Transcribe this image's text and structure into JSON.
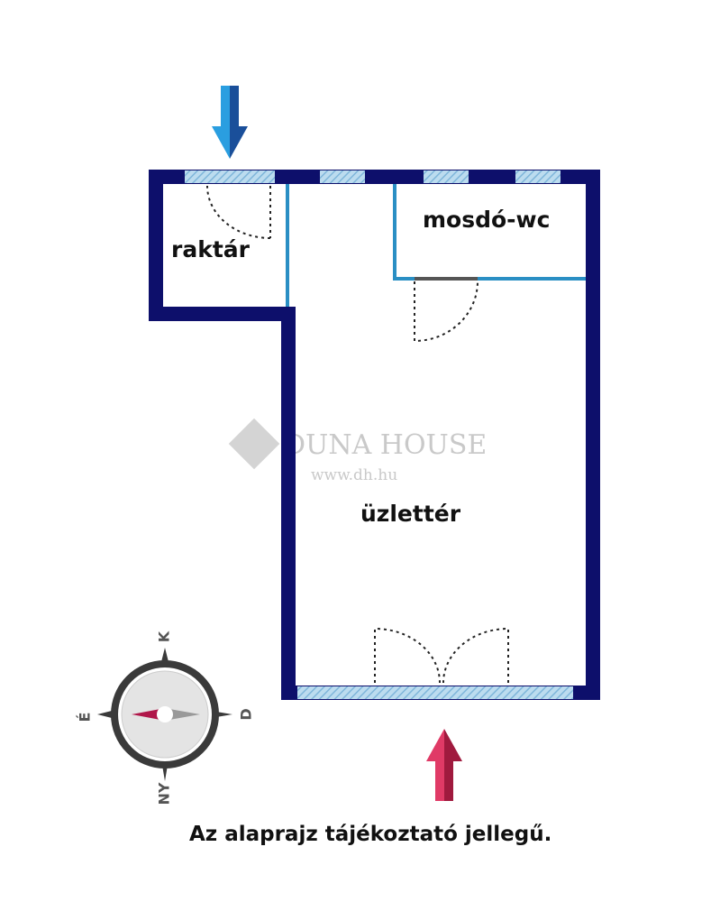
{
  "rooms": {
    "storage": "raktár",
    "washroom": "mosdó-wc",
    "shop": "üzlettér"
  },
  "compass": {
    "north": "K",
    "east": "D",
    "south": "NY",
    "west": "É"
  },
  "watermark": {
    "brand": "DUNA HOUSE",
    "url": "www.dh.hu"
  },
  "disclaimer": "Az alaprajz tájékoztató jellegű.",
  "colors": {
    "wall": "#0d0f6b",
    "inner_wall": "#2a8fc4",
    "window": "#a9cfe8",
    "entry_arrow": "#1e7fc8",
    "shop_arrow": "#c0284f"
  }
}
